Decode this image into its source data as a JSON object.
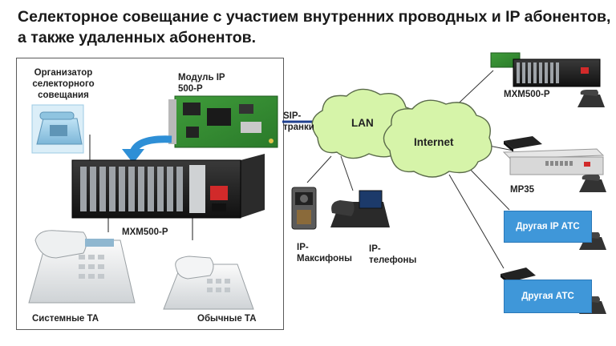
{
  "title": "Селекторное совещание с участием внутренних проводных и IP абонентов, а также удаленных абонентов.",
  "labels": {
    "organizer": "Организатор селекторного совещания",
    "module": "Модуль IP 500-P",
    "sip_trunks": "SIP- транки",
    "mxm_center": "MXM500-P",
    "system_phones": "Системные ТА",
    "regular_phones": "Обычные ТА",
    "lan": "LAN",
    "internet": "Internet",
    "ip_intercoms": "IP- Максифоны",
    "ip_phones": "IP- телефоны",
    "mxm_remote": "MXM500-P",
    "mp35": "MP35",
    "other_ip_pbx": "Другая IP АТС",
    "other_pbx": "Другая АТС"
  },
  "colors": {
    "accent_blue": "#3f97d9",
    "cloud_green": "#d6f4a9",
    "arrow_blue": "#2e8fd6",
    "sip_line": "#1f3f8f"
  }
}
